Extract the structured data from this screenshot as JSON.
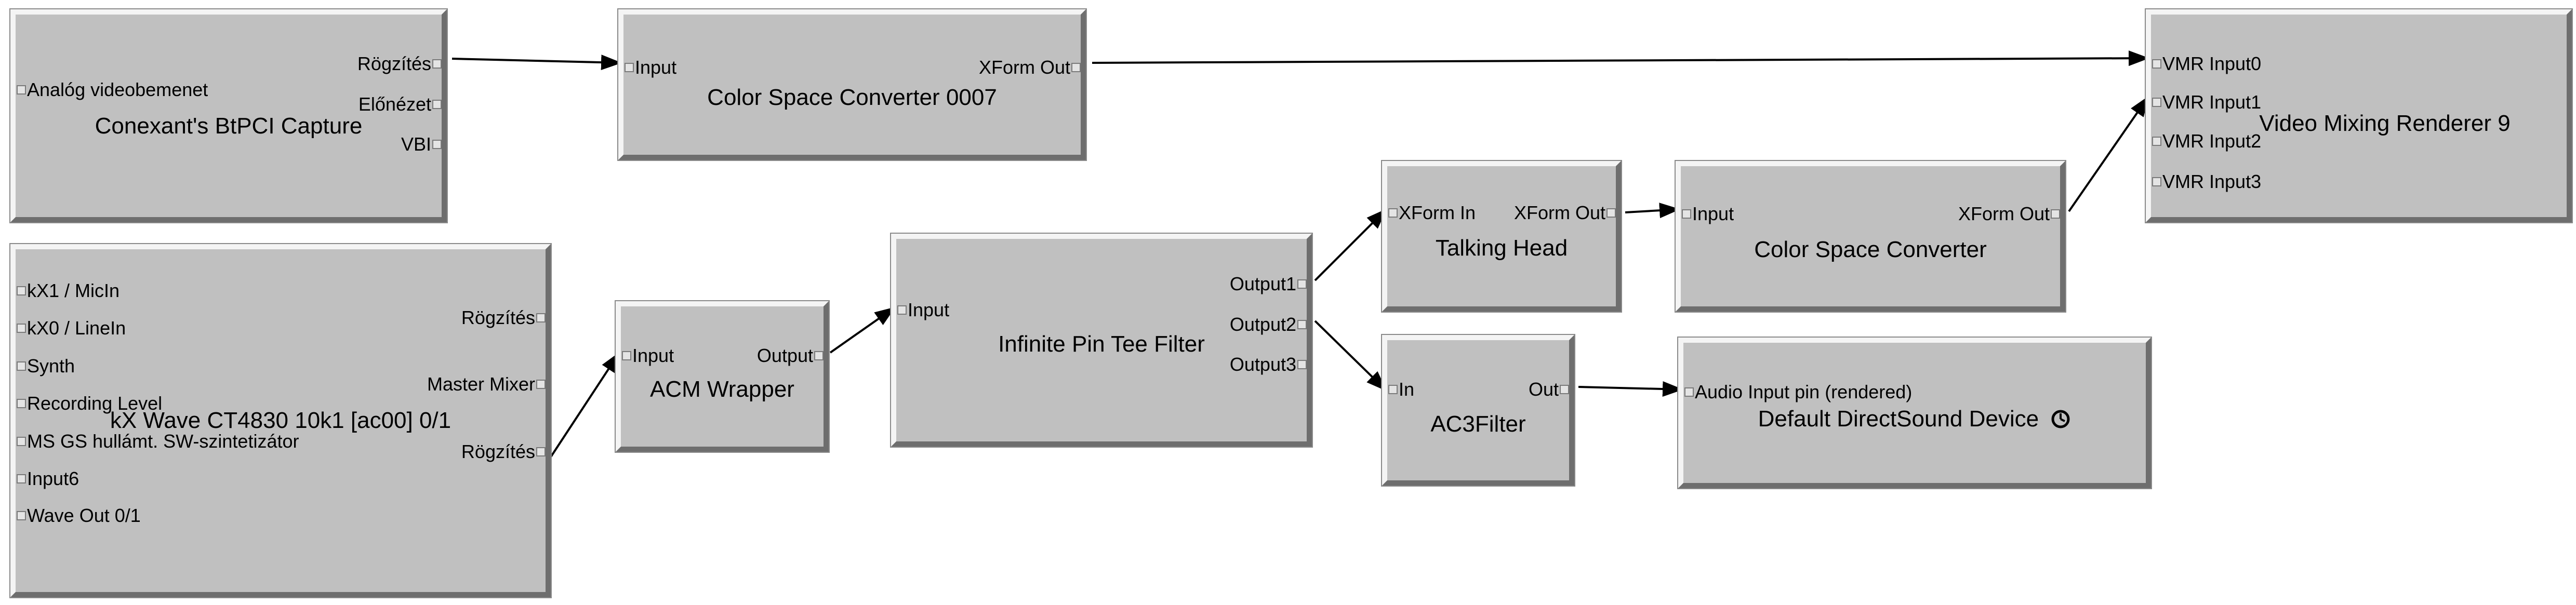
{
  "filters": {
    "capture": {
      "name": "Conexant's BtPCI Capture",
      "inputs": [
        "Analóg videobemenet"
      ],
      "outputs": [
        "Rögzítés",
        "Előnézet",
        "VBI"
      ]
    },
    "csc0007": {
      "name": "Color Space Converter 0007",
      "inputs": [
        "Input"
      ],
      "outputs": [
        "XForm Out"
      ]
    },
    "vmr": {
      "name": "Video Mixing Renderer 9",
      "inputs": [
        "VMR Input0",
        "VMR Input1",
        "VMR Input2",
        "VMR Input3"
      ]
    },
    "kxwave": {
      "name": "kX Wave CT4830 10k1 [ac00] 0/1",
      "inputs": [
        "kX1 / MicIn",
        "kX0 / LineIn",
        "Synth",
        "Recording Level",
        "MS GS hullámt. SW-szintetizátor",
        "Input6",
        "Wave Out 0/1"
      ],
      "outputs": [
        "Rögzítés",
        "Master Mixer",
        "Rögzítés"
      ]
    },
    "acm": {
      "name": "ACM Wrapper",
      "inputs": [
        "Input"
      ],
      "outputs": [
        "Output"
      ]
    },
    "tee": {
      "name": "Infinite Pin Tee Filter",
      "inputs": [
        "Input"
      ],
      "outputs": [
        "Output1",
        "Output2",
        "Output3"
      ]
    },
    "talking": {
      "name": "Talking Head",
      "inputs": [
        "XForm In"
      ],
      "outputs": [
        "XForm Out"
      ]
    },
    "csc": {
      "name": "Color Space Converter",
      "inputs": [
        "Input"
      ],
      "outputs": [
        "XForm Out"
      ]
    },
    "ac3": {
      "name": "AC3Filter",
      "inputs": [
        "In"
      ],
      "outputs": [
        "Out"
      ]
    },
    "dsound": {
      "name": "Default DirectSound Device",
      "inputs": [
        "Audio Input pin (rendered)"
      ],
      "icon": "clock-icon"
    }
  },
  "connections": [
    {
      "from": "capture.Rögzítés",
      "to": "csc0007.Input"
    },
    {
      "from": "csc0007.XForm Out",
      "to": "vmr.VMR Input0"
    },
    {
      "from": "kxwave.Rögzítés",
      "to": "acm.Input"
    },
    {
      "from": "acm.Output",
      "to": "tee.Input"
    },
    {
      "from": "tee.Output1",
      "to": "talking.XForm In"
    },
    {
      "from": "talking.XForm Out",
      "to": "csc.Input"
    },
    {
      "from": "csc.XForm Out",
      "to": "vmr.VMR Input1"
    },
    {
      "from": "tee.Output2",
      "to": "ac3.In"
    },
    {
      "from": "ac3.Out",
      "to": "dsound.Audio Input pin (rendered)"
    }
  ],
  "colors": {
    "filter_face": "#c0c0c0",
    "wire": "#000000",
    "background": "#ffffff"
  }
}
